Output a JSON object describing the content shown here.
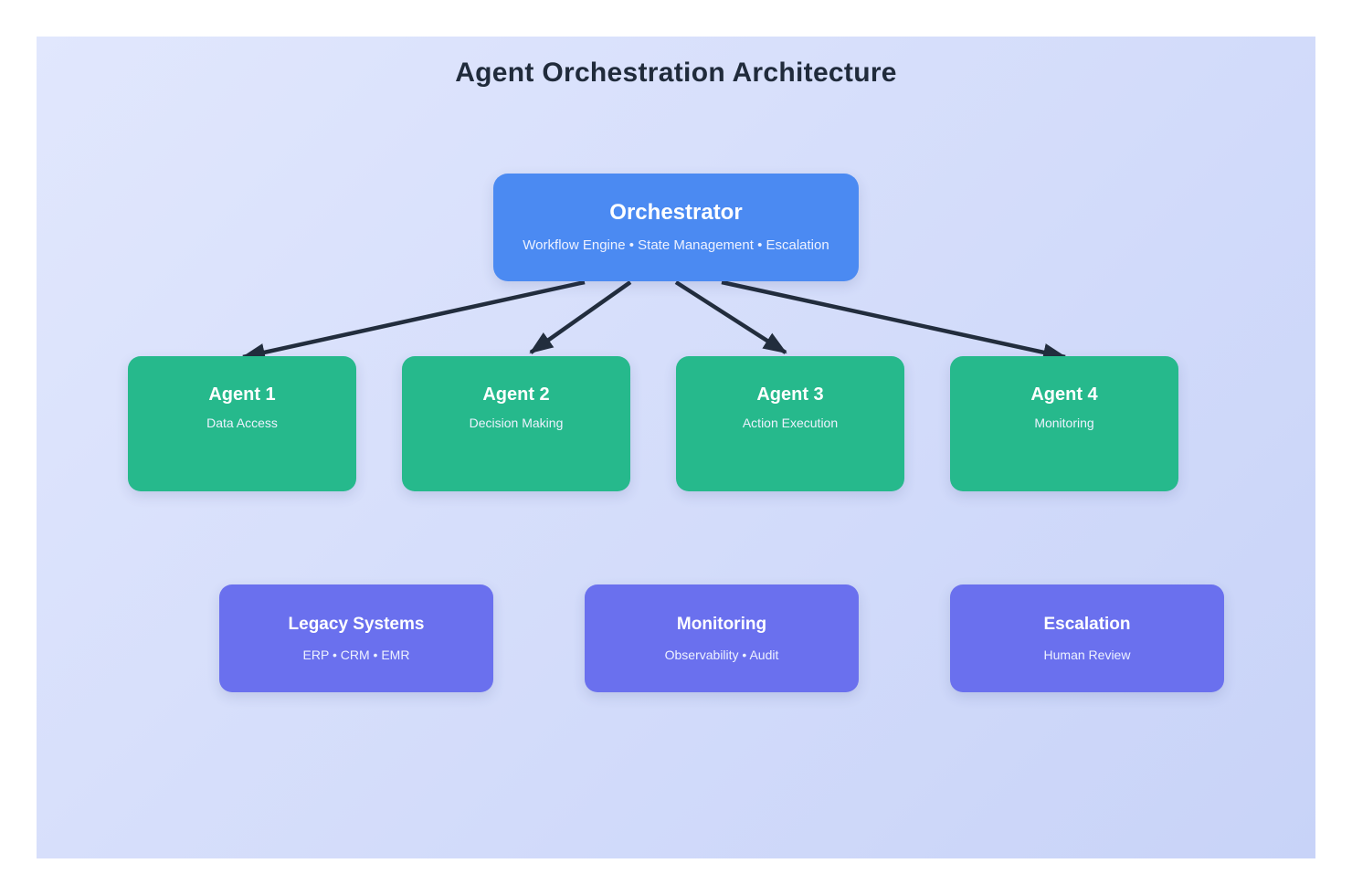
{
  "title": "Agent Orchestration Architecture",
  "orchestrator": {
    "title": "Orchestrator",
    "subtitle": "Workflow Engine • State Management • Escalation"
  },
  "agents": [
    {
      "title": "Agent 1",
      "subtitle": "Data Access"
    },
    {
      "title": "Agent 2",
      "subtitle": "Decision Making"
    },
    {
      "title": "Agent 3",
      "subtitle": "Action Execution"
    },
    {
      "title": "Agent 4",
      "subtitle": "Monitoring"
    }
  ],
  "services": [
    {
      "title": "Legacy Systems",
      "subtitle": "ERP • CRM • EMR"
    },
    {
      "title": "Monitoring",
      "subtitle": "Observability • Audit"
    },
    {
      "title": "Escalation",
      "subtitle": "Human Review"
    }
  ],
  "colors": {
    "page_bg": "#ffffff",
    "canvas_grad_start": "#e1e7fd",
    "canvas_grad_end": "#c8d3f8",
    "title_color": "#202b3b",
    "node_blue": "#4b8af2",
    "node_green": "#26b98c",
    "node_purple": "#6a70ee",
    "arrow": "#222d3d",
    "node_text": "#ffffff",
    "node_subtext": "#eef2ff"
  }
}
